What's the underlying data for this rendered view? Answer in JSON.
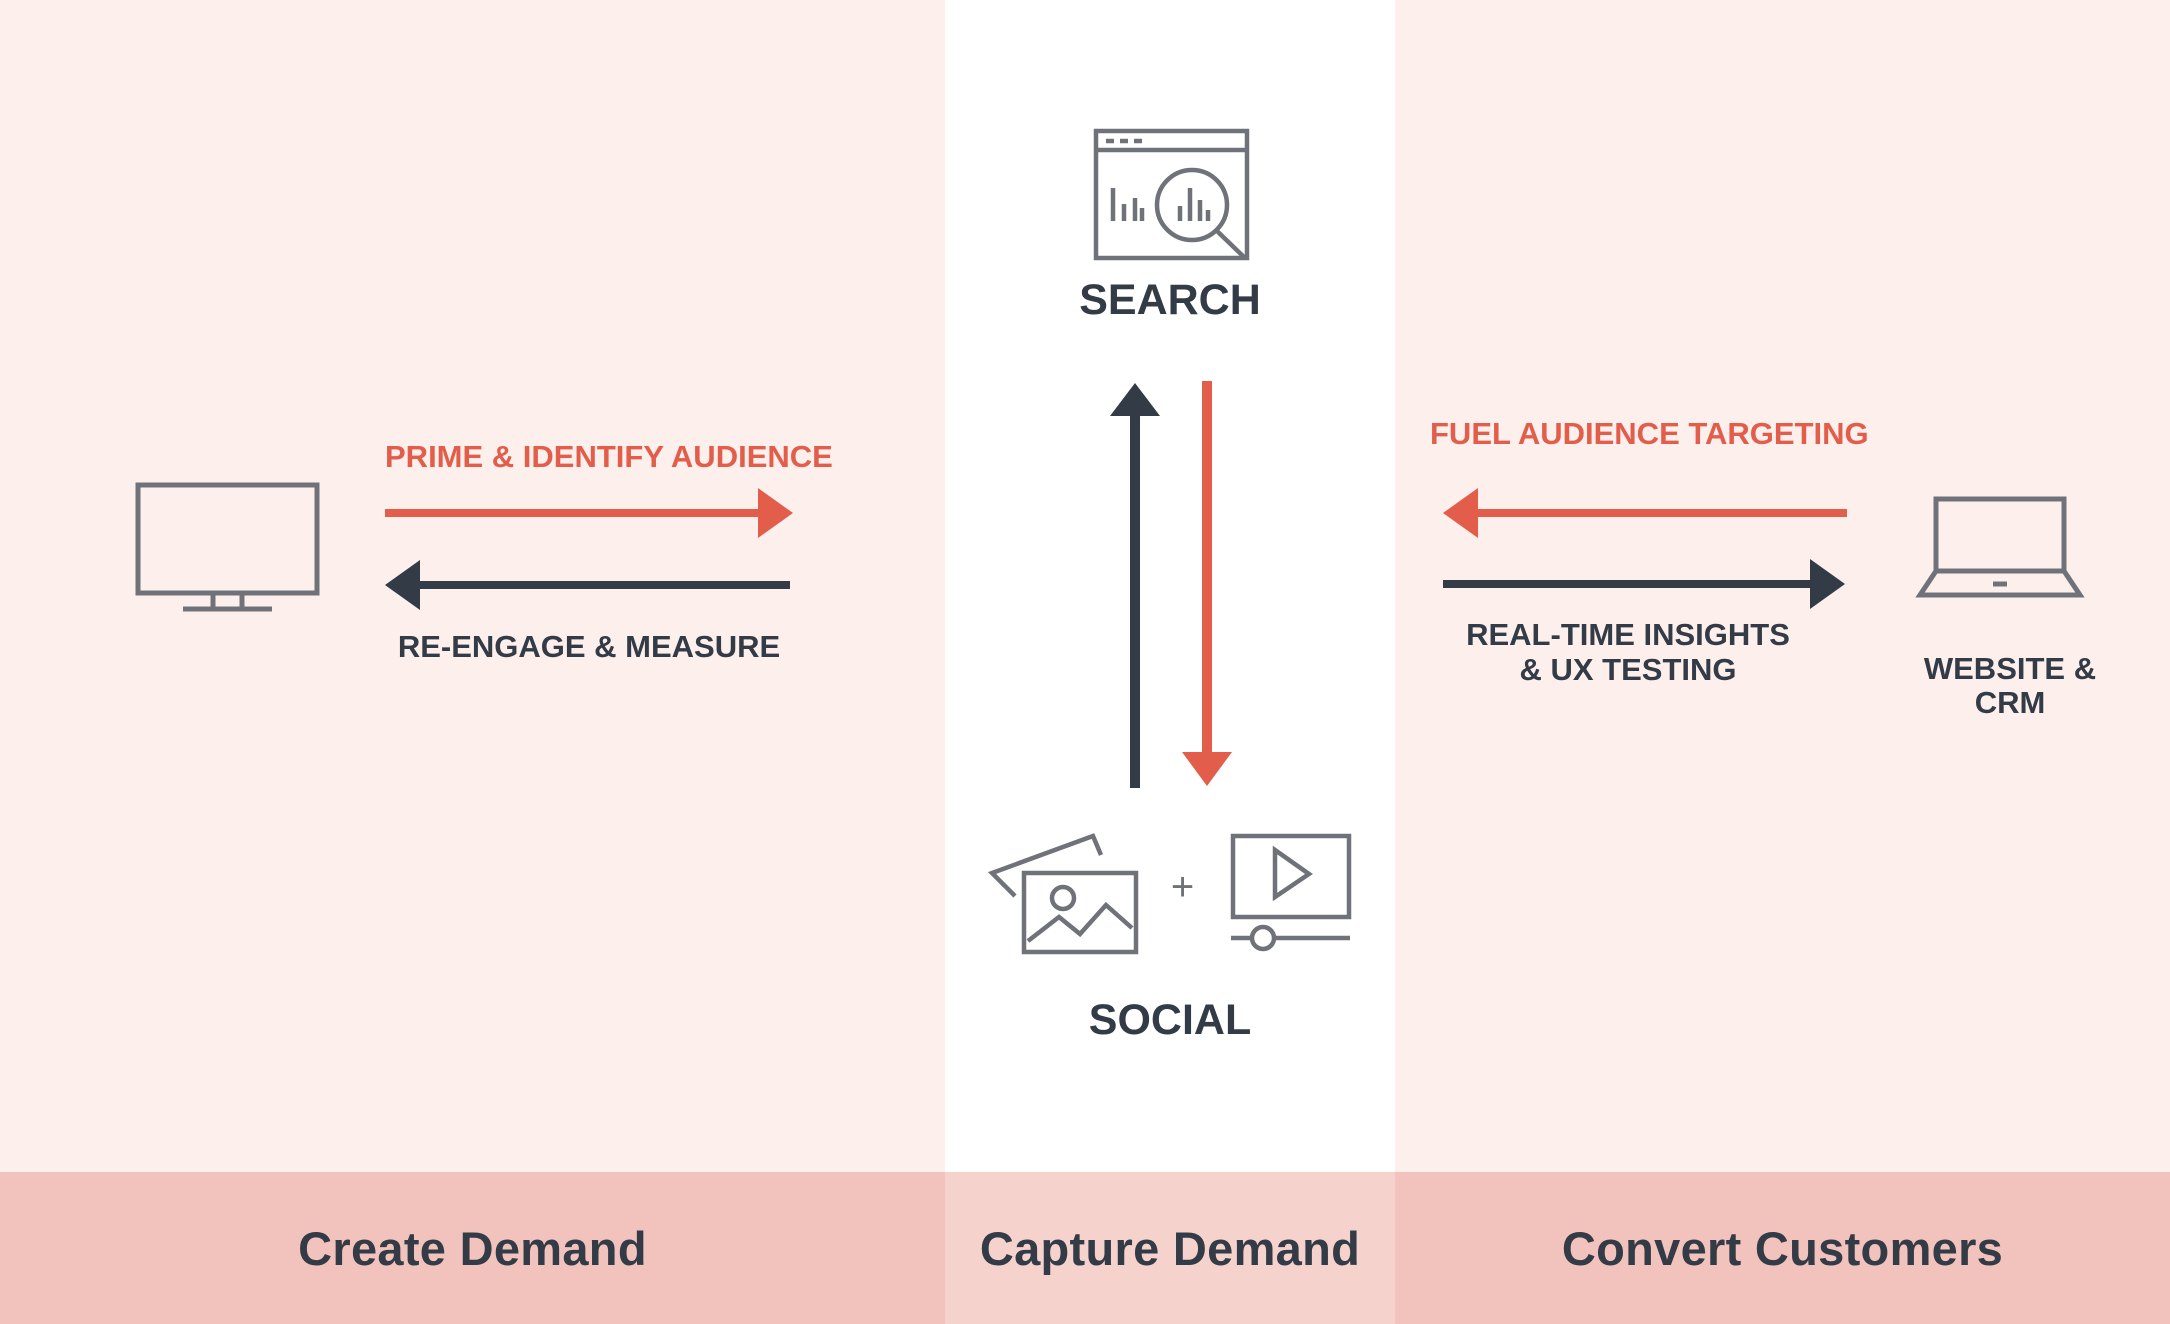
{
  "colors": {
    "accent_red": "#e35d4b",
    "dark_navy": "#333b46",
    "icon_gray": "#6f7379",
    "panel_pink": "#fcefec",
    "footer_pink": "#f2c2bc",
    "footer_pink_light": "#f6d2cd"
  },
  "columns": [
    {
      "footer_label": "Create Demand"
    },
    {
      "footer_label": "Capture Demand"
    },
    {
      "footer_label": "Convert Customers"
    }
  ],
  "left_flow": {
    "icon": "monitor-icon",
    "forward_label": "PRIME & IDENTIFY AUDIENCE",
    "back_label": "RE-ENGAGE & MEASURE"
  },
  "center_flow": {
    "top_icon": "search-analytics-icon",
    "top_label": "SEARCH",
    "bottom_icons": [
      "photos-icon",
      "video-player-icon"
    ],
    "plus_symbol": "+",
    "bottom_label": "SOCIAL"
  },
  "right_flow": {
    "icon": "laptop-icon",
    "back_label": "FUEL AUDIENCE TARGETING",
    "forward_label_line1": "REAL-TIME INSIGHTS",
    "forward_label_line2": "& UX TESTING",
    "icon_label_line1": "WEBSITE &",
    "icon_label_line2": "CRM"
  }
}
